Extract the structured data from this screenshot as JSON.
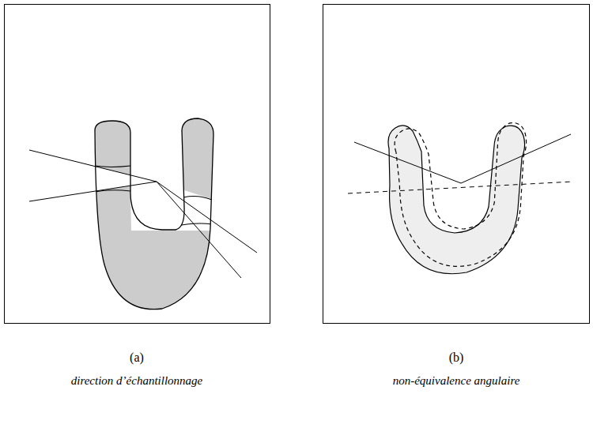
{
  "diagram": {
    "labels": [
      "(a)",
      "direction d’échantillonnage",
      "(b)",
      "non-équivalence angulaire"
    ]
  }
}
